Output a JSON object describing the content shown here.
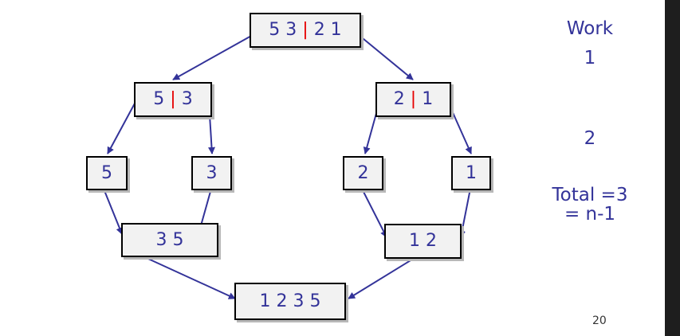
{
  "colors": {
    "text": "#333399",
    "separator": "#e60000",
    "arrow": "#333399",
    "box_fill": "#f2f2f2"
  },
  "nodes": {
    "root": {
      "left": "5 3 ",
      "sep": "|",
      "right": " 2 1"
    },
    "l1a": {
      "left": "5 ",
      "sep": "|",
      "right": " 3"
    },
    "l1b": {
      "left": "2 ",
      "sep": "|",
      "right": " 1"
    },
    "leaf5": {
      "label": "5"
    },
    "leaf3": {
      "label": "3"
    },
    "leaf2": {
      "label": "2"
    },
    "leaf1": {
      "label": "1"
    },
    "m35": {
      "label": "3 5"
    },
    "m12": {
      "label": "1 2"
    },
    "final": {
      "label": "1 2 3 5"
    }
  },
  "side": {
    "work": "Work",
    "one": "1",
    "two": "2",
    "total": "Total =3",
    "nminus": "= n-1"
  },
  "page_number": "20"
}
